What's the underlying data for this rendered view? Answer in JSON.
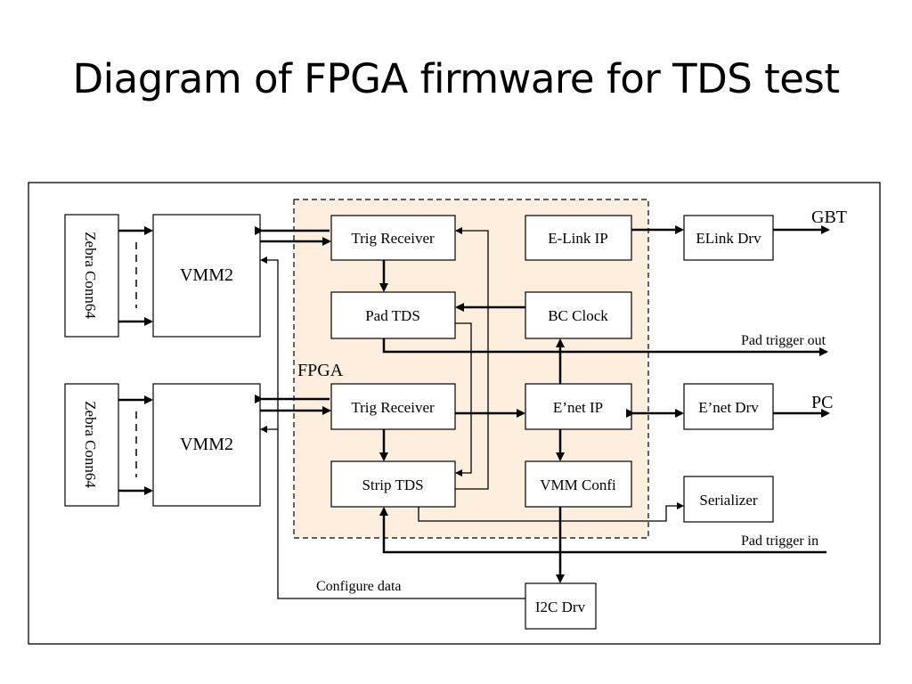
{
  "title": "Diagram of FPGA firmware for TDS test",
  "fpga_label": "FPGA",
  "blocks": {
    "zebra_top": "Zebra Conn64",
    "zebra_bottom": "Zebra Conn64",
    "vmm2_top": "VMM2",
    "vmm2_bottom": "VMM2",
    "trig_receiver_top": "Trig Receiver",
    "pad_tds": "Pad TDS",
    "trig_receiver_bottom": "Trig Receiver",
    "strip_tds": "Strip TDS",
    "elink_ip": "E-Link IP",
    "bc_clock": "BC Clock",
    "enet_ip": "E’net IP",
    "vmm_confi": "VMM Confi",
    "elink_drv": "ELink Drv",
    "enet_drv": "E’net Drv",
    "serializer": "Serializer",
    "i2c_drv": "I2C Drv"
  },
  "signals": {
    "gbt": "GBT",
    "pc": "PC",
    "pad_trigger_out": "Pad trigger out",
    "pad_trigger_in": "Pad trigger in",
    "configure_data": "Configure data"
  },
  "colors": {
    "fpga_fill": "#fdeede",
    "line": "#000000"
  }
}
